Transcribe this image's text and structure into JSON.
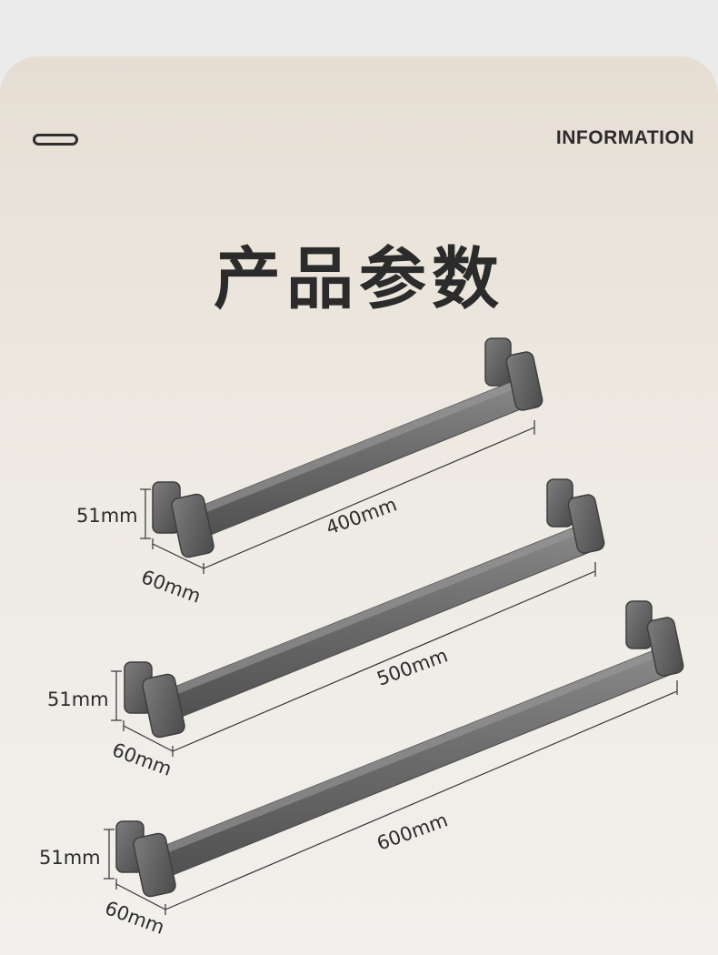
{
  "header": {
    "label": "INFORMATION"
  },
  "page_title": "产品参数",
  "products": [
    {
      "length_label": "400mm",
      "height_label": "51mm",
      "depth_label": "60mm"
    },
    {
      "length_label": "500mm",
      "height_label": "51mm",
      "depth_label": "60mm"
    },
    {
      "length_label": "600mm",
      "height_label": "51mm",
      "depth_label": "60mm"
    }
  ],
  "colors": {
    "bar": "#6c6c6c",
    "bar_dark": "#4e4e4e",
    "text": "#2c2c2c"
  }
}
